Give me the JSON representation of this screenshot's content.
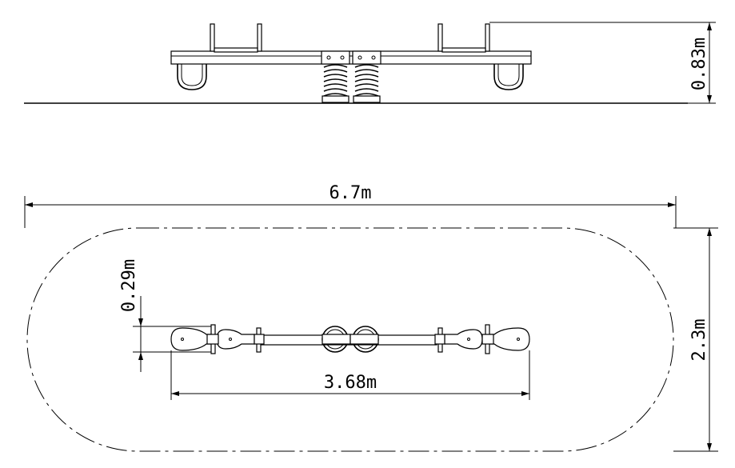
{
  "dimensions": {
    "height": "0.83m",
    "total_length": "6.7m",
    "total_width": "2.3m",
    "seat_width": "0.29m",
    "beam_length": "3.68m"
  }
}
